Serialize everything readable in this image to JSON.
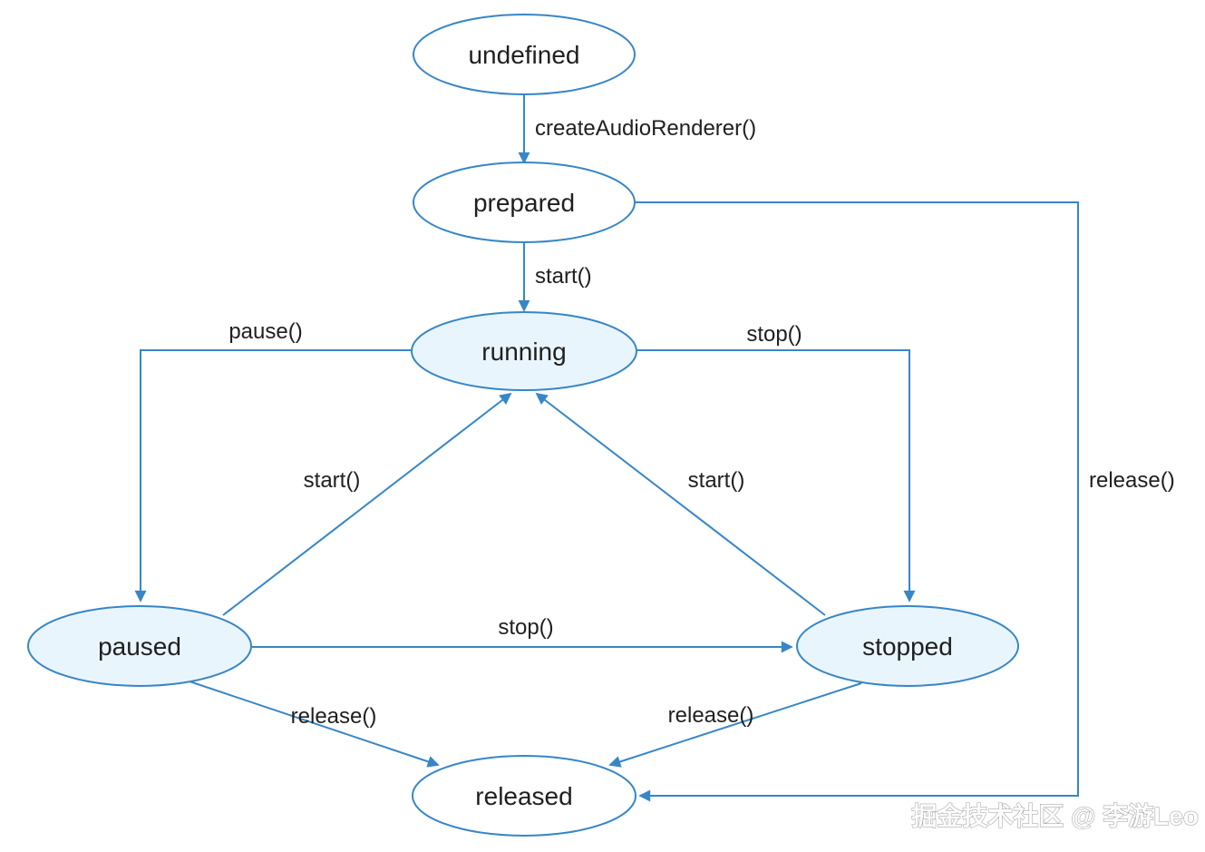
{
  "diagram": {
    "type": "state-machine",
    "subject": "AudioRenderer state transitions",
    "colors": {
      "line": "#3786c7",
      "node_fill": "#ffffff",
      "node_fill_active": "#e9f5fc",
      "text": "#1f1f1f",
      "watermark_fill": "#fdfdfd",
      "watermark_outline": "#9a9a9a",
      "background": "#ffffff"
    },
    "nodes": [
      {
        "id": "undefined",
        "label": "undefined",
        "fill": "plain"
      },
      {
        "id": "prepared",
        "label": "prepared",
        "fill": "plain"
      },
      {
        "id": "running",
        "label": "running",
        "fill": "active"
      },
      {
        "id": "paused",
        "label": "paused",
        "fill": "active"
      },
      {
        "id": "stopped",
        "label": "stopped",
        "fill": "active"
      },
      {
        "id": "released",
        "label": "released",
        "fill": "plain"
      }
    ],
    "edges": [
      {
        "from": "undefined",
        "to": "prepared",
        "label": "createAudioRenderer()"
      },
      {
        "from": "prepared",
        "to": "running",
        "label": "start()"
      },
      {
        "from": "running",
        "to": "paused",
        "label": "pause()"
      },
      {
        "from": "running",
        "to": "stopped",
        "label": "stop()"
      },
      {
        "from": "paused",
        "to": "running",
        "label": "start()"
      },
      {
        "from": "stopped",
        "to": "running",
        "label": "start()"
      },
      {
        "from": "paused",
        "to": "stopped",
        "label": "stop()"
      },
      {
        "from": "paused",
        "to": "released",
        "label": "release()"
      },
      {
        "from": "stopped",
        "to": "released",
        "label": "release()"
      },
      {
        "from": "prepared",
        "to": "released",
        "label": "release()"
      }
    ],
    "watermark": "掘金技术社区 @ 李游Leo"
  }
}
